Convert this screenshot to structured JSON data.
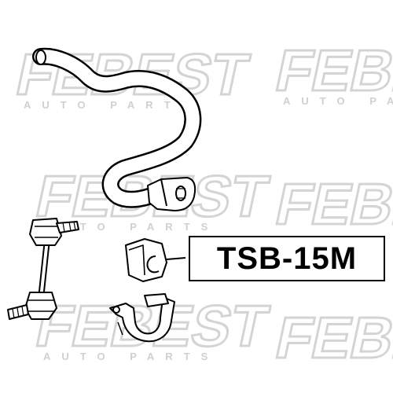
{
  "watermark": {
    "brand": "FEBEST",
    "tagline": "AUTO PARTS",
    "color": "#dcdcdc"
  },
  "part": {
    "number": "TSB-15M"
  },
  "colors": {
    "line": "#000000",
    "background": "#ffffff"
  }
}
